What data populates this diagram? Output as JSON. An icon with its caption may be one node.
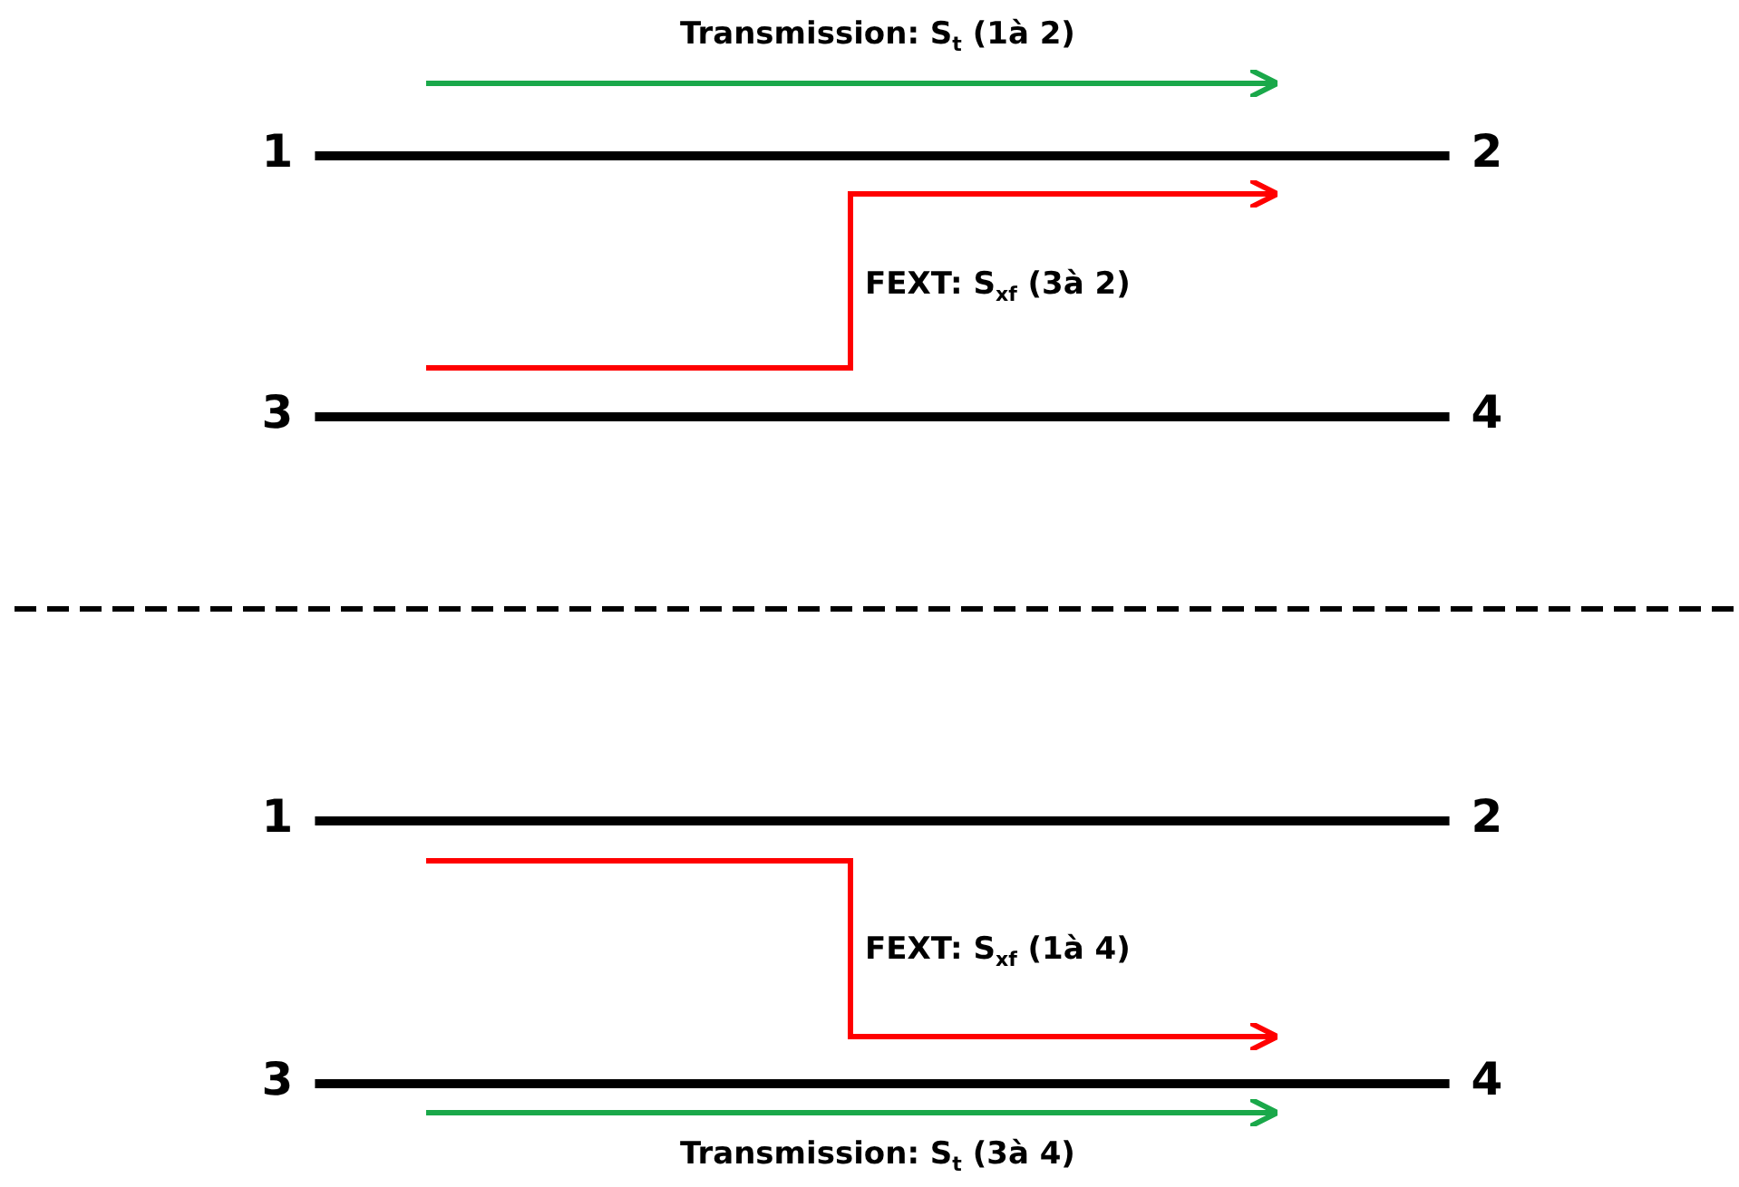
{
  "diagram": {
    "nodes": [
      {
        "text": [
          "1"
        ]
      },
      {
        "text": [
          "2"
        ]
      },
      {
        "text": [
          "3"
        ]
      },
      {
        "text": [
          "4"
        ]
      },
      {
        "text": [
          "1"
        ]
      },
      {
        "text": [
          "2"
        ]
      },
      {
        "text": [
          "3"
        ]
      },
      {
        "text": [
          "4"
        ]
      }
    ],
    "edges": [
      {
        "from": 0,
        "to": 1,
        "arrow": "none"
      },
      {
        "from": 2,
        "to": 3,
        "arrow": "none"
      },
      {
        "from": 4,
        "to": 5,
        "arrow": "none"
      },
      {
        "from": 6,
        "to": 7,
        "arrow": "none"
      }
    ],
    "labels": [
      "Transmission: S$_{t}$ (1à 2)",
      "FEXT: S$_{xf}$ (3à 2)",
      "FEXT: S$_{xf}$ (1à 4)",
      "Transmission: S$_{t}$ (3à 4)"
    ]
  }
}
